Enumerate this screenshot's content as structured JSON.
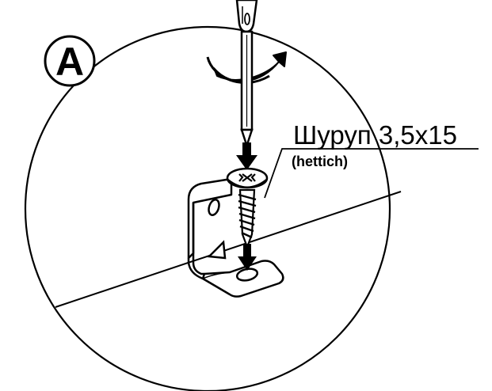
{
  "callout": {
    "letter": "A"
  },
  "part_label": {
    "name": "Шуруп 3,5x15",
    "brand": "(hettich)"
  },
  "colors": {
    "ink": "#000000",
    "paper": "#ffffff"
  }
}
